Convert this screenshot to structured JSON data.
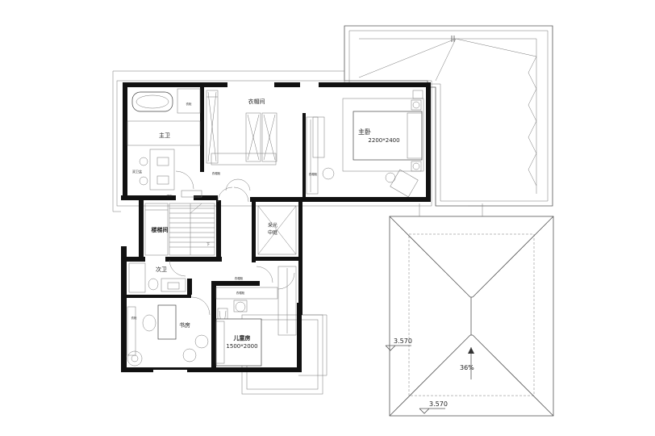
{
  "rooms": {
    "cloakroom": "衣帽间",
    "master_bedroom": "主卧",
    "master_bed_size": "2200*2400",
    "master_bath": "主卫",
    "double_basin": "双卫盆",
    "stair": "楼梯间",
    "skylight": "采光",
    "skylight_sub": "中庭",
    "second_bath": "次卫",
    "study": "书房",
    "child_room": "儿童房",
    "child_bed_size": "1500*2000",
    "closet_a": "衣柜",
    "closet_b": "衣柜",
    "closet_c": "衣帽柜",
    "closet_d": "衣帽柜",
    "closet_e": "衣帽柜",
    "closet_f": "衣帽柜",
    "closet_g": "衣柜"
  },
  "annotations": {
    "elevation_1": "3.570",
    "elevation_2": "3.570",
    "slope": "36%",
    "stair_mark": "下"
  }
}
